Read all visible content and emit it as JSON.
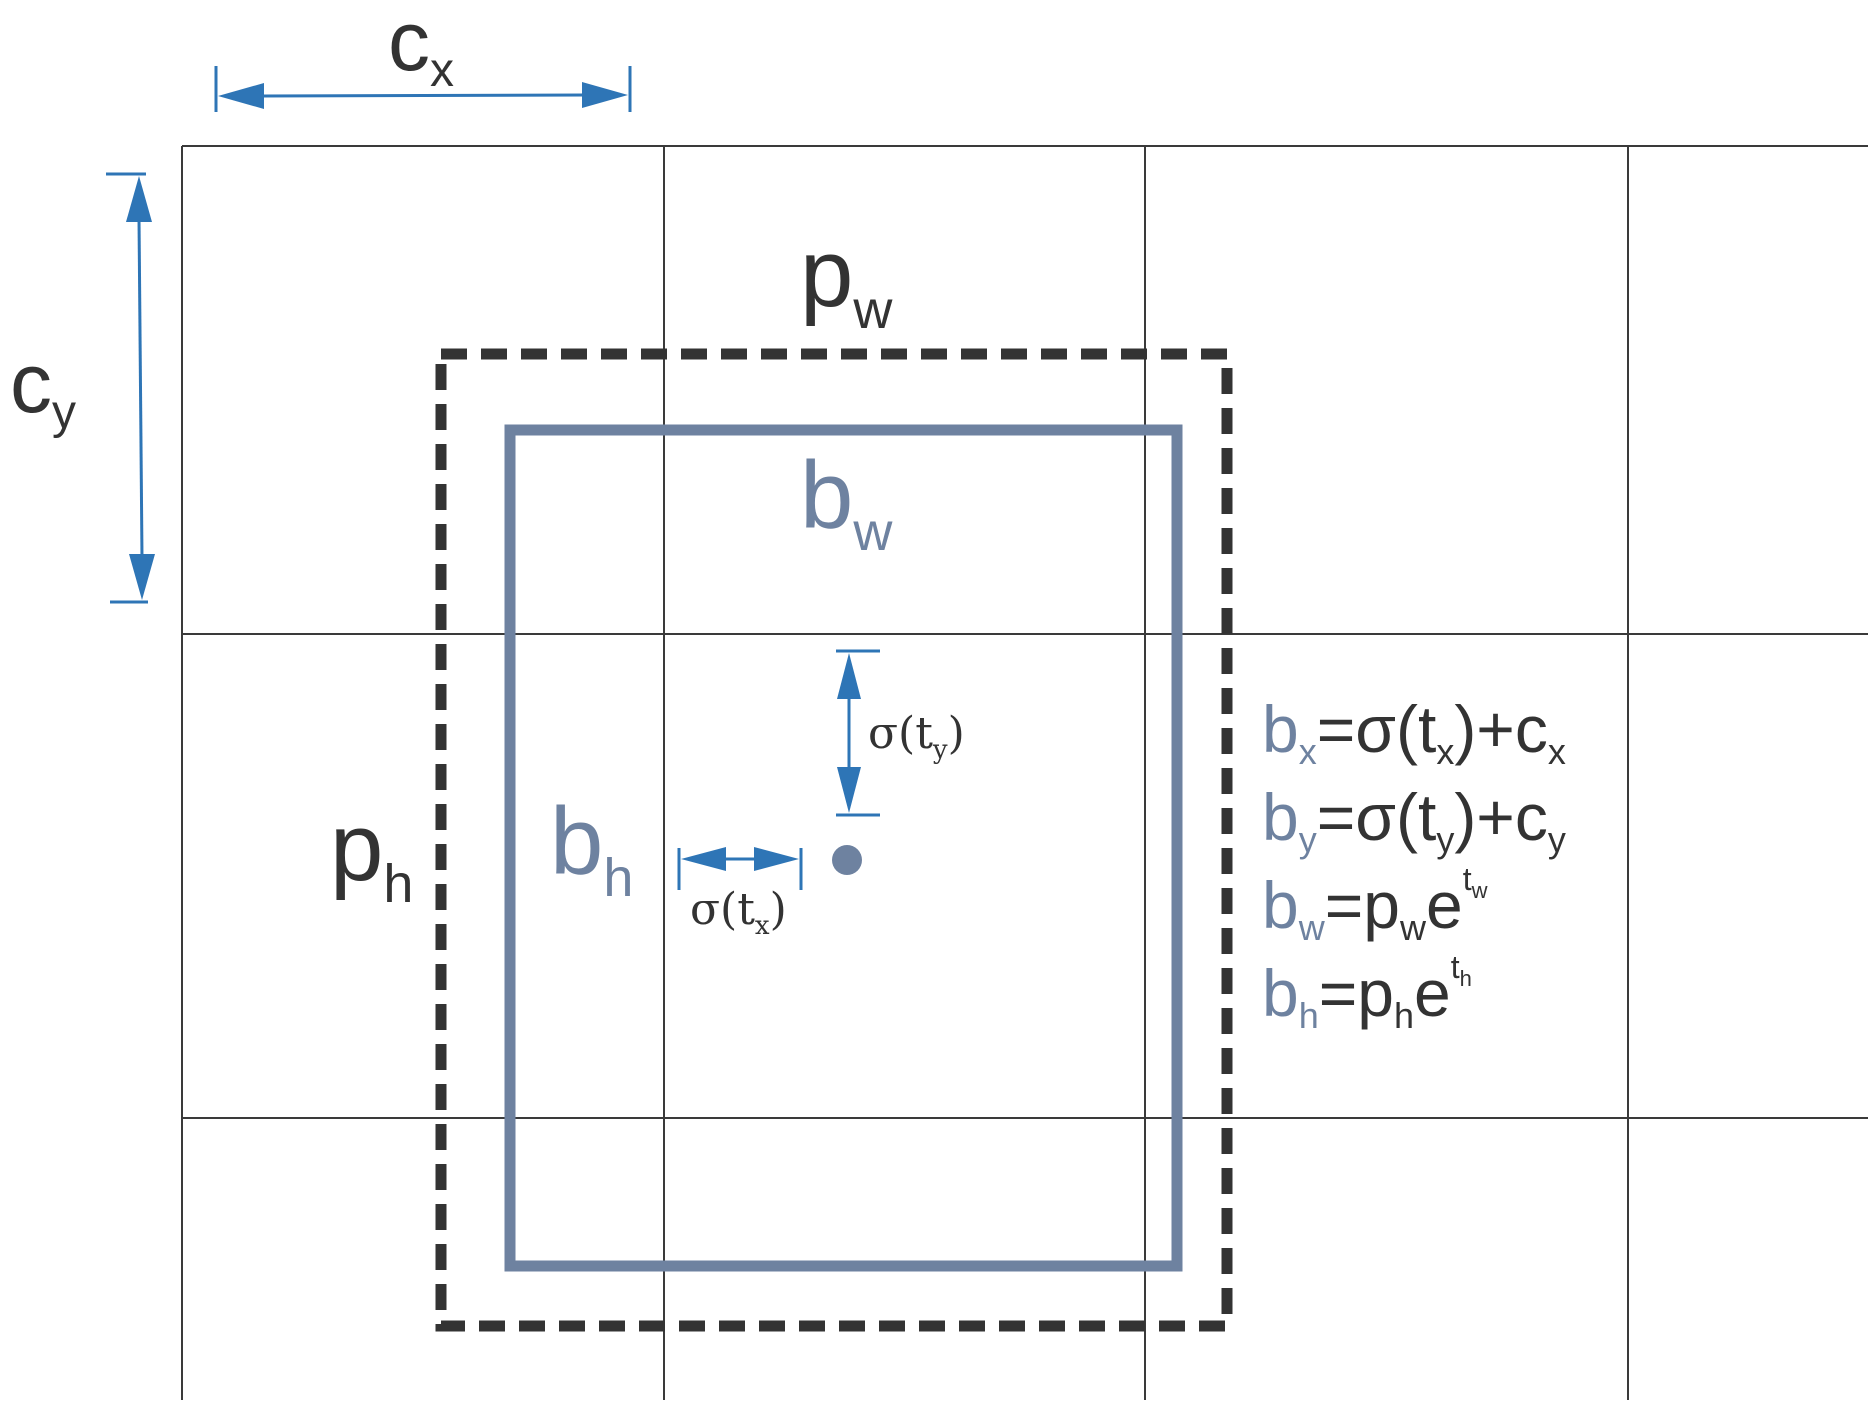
{
  "labels": {
    "cx": {
      "base": "c",
      "sub": "x"
    },
    "cy": {
      "base": "c",
      "sub": "y"
    },
    "pw": {
      "base": "p",
      "sub": "w"
    },
    "ph": {
      "base": "p",
      "sub": "h"
    },
    "bw": {
      "base": "b",
      "sub": "w"
    },
    "bh": {
      "base": "b",
      "sub": "h"
    },
    "sigma_tx": {
      "pre": "σ(t",
      "sub": "x",
      "post": ")"
    },
    "sigma_ty": {
      "pre": "σ(t",
      "sub": "y",
      "post": ")"
    }
  },
  "equations": {
    "bx": {
      "lhs": "b",
      "lhs_sub": "x",
      "eq": "=σ(t",
      "mid_sub": "x",
      "rest": ")+c",
      "end_sub": "x"
    },
    "by": {
      "lhs": "b",
      "lhs_sub": "y",
      "eq": "=σ(t",
      "mid_sub": "y",
      "rest": ")+c",
      "end_sub": "y"
    },
    "bw": {
      "lhs": "b",
      "lhs_sub": "w",
      "eq": "=p",
      "mid_sub": "w",
      "rest": "e",
      "sup": "t",
      "sup_sub": "w"
    },
    "bh": {
      "lhs": "b",
      "lhs_sub": "h",
      "eq": "=p",
      "mid_sub": "h",
      "rest": "e",
      "sup": "t",
      "sup_sub": "h"
    }
  },
  "colors": {
    "grid": "#3a3a3a",
    "prior_box": "#333333",
    "predicted_box": "#6e82a0",
    "arrow": "#2e75b6",
    "text": "#333333"
  }
}
